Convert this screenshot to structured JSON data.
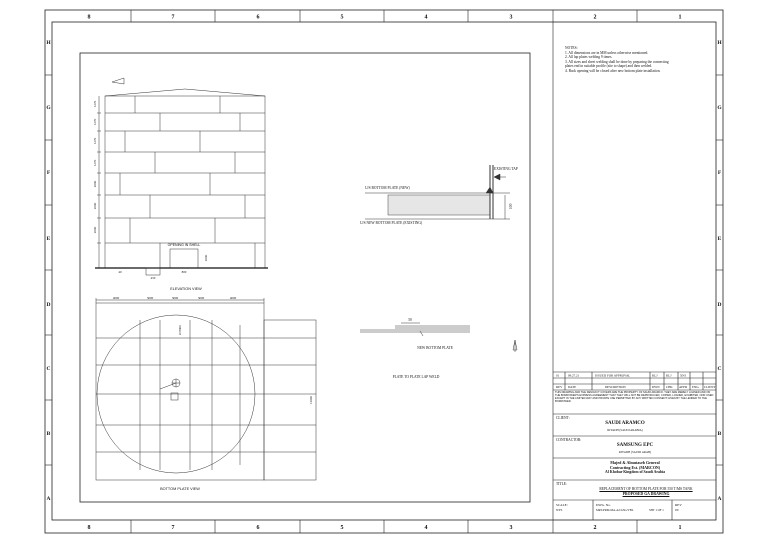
{
  "border": {
    "columns": [
      "8",
      "7",
      "6",
      "5",
      "4",
      "3",
      "2",
      "1"
    ],
    "rows": [
      "H",
      "G",
      "F",
      "E",
      "D",
      "C",
      "B",
      "A"
    ]
  },
  "notes": {
    "title": "NOTES:",
    "items": [
      "1. All dimensions are in MM unless otherwise mentioned.",
      "2. All lap plates welding 9 times.",
      "3. All sizes and sheet welding shall be done by preparing the connecting",
      "   plates end in suitable profile (site to shape) and then welded.",
      "4. Back opening will be closed after new bottom plate installation."
    ]
  },
  "drawing": {
    "elevation_title": "ELEVATION VIEW",
    "opening_label": "OPENING IN SHELL",
    "elevation_dims": [
      "1270",
      "1270",
      "1270",
      "1270",
      "2000",
      "2000",
      "2000"
    ],
    "opening_dims": [
      "2000",
      "800"
    ],
    "base_dims": [
      "40",
      "450"
    ],
    "plan_title": "BOTTOM PLATE VIEW",
    "plan_top_dims": [
      "4000",
      "3000",
      "3000",
      "3000",
      "4000"
    ],
    "plan_side_dim": "12000",
    "plan_inner_label": "Ø 8000",
    "detail_labels": {
      "existing_tap": "EXISTING TAP",
      "old_plate": "U/S BOTTOM PLATE (NEW)",
      "new_plate": "U/S NEW BOTTOM PLATE (EXISTING)",
      "weld_dim": "100"
    },
    "lap_detail": {
      "dim": "50",
      "label": "NEW BOTTOM PLATE",
      "title": "PLATE TO PLATE LAP WELD"
    }
  },
  "revision": {
    "row": {
      "rev": "01",
      "date": "09.27.21",
      "desc": "ISSUED FOR APPROVAL",
      "c1": "KLJ",
      "c2": "KLJ",
      "c3": "XNI"
    },
    "headers": [
      "REV",
      "DATE",
      "DESCRIPTION",
      "DWN",
      "CHK",
      "APPD",
      "ENG.",
      "CLIENT"
    ]
  },
  "title_block": {
    "disclaimer": "THIS DRAWING AND THE DESIGN IT COVERS ARE THE PROPERTY OF SAUDI ARAMCO. THEY ARE MERELY LOANED AND ON THE BORROWER'S EXPRESS AGREEMENT THAT THEY WILL NOT BE REPRODUCED, COPIED, LOANED, EXHIBITED, NOR USED EXCEPT IN THE LIMITED WAY AND PRIVATE USE PERMITTED BY ANY WRITTEN CONSENT GIVEN BY THE LENDER TO THE BORROWER.",
    "client_label": "CLIENT:",
    "client": "SAUDI ARAMCO",
    "client_loc": "RIYADH (SAUDI ARABIA)",
    "contractor_label": "CONTRACTOR:",
    "contractor": "SAMSUNG EPC",
    "contractor_loc": "RIYADH (SAUDI ARAB)",
    "company_line1": "Majed & Almutaseb General",
    "company_line2": "Contracting Est. (MARCON)",
    "company_line3": "Al Khobar Kingdom of Saudi Arabia",
    "title_label": "TITLE:",
    "title_line1": "REPLACEMENT OF BOTTOM PLATE FOR 550 T/MS TANK",
    "title_line2": "PROPOSED GA DRAWING",
    "scale_label": "SCALE:",
    "scale_value": "NTS",
    "dwg_label": "DWG. No.",
    "dwg_value": "MRT-PRM-MA-A2/GSG/VBL",
    "sht_label": "SHT 1 OF 1",
    "rev_label": "REV",
    "rev_value": "00"
  }
}
